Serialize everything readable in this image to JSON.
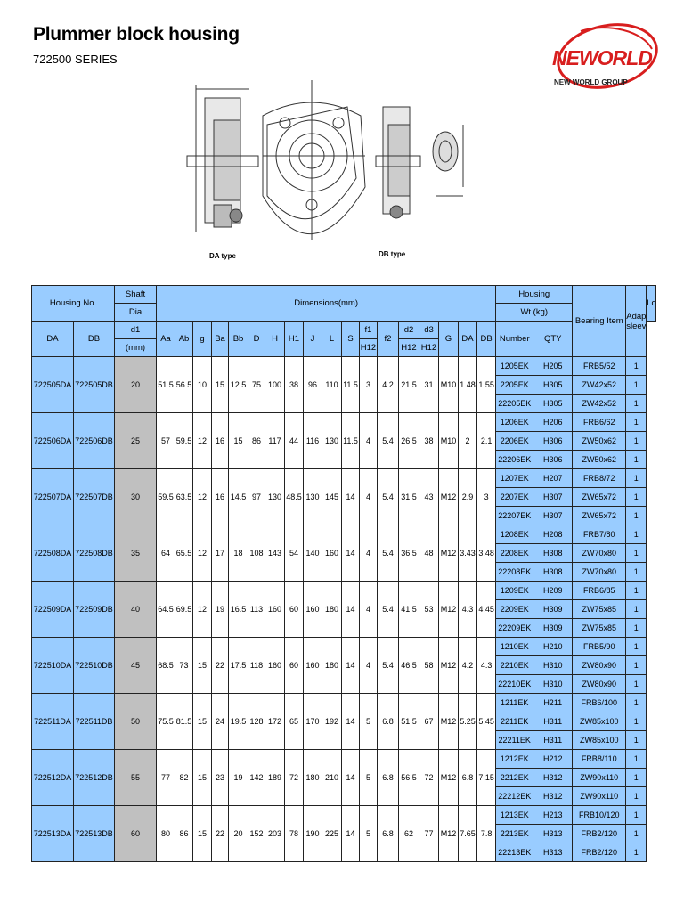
{
  "header": {
    "title": "Plummer block housing",
    "subtitle": "722500 SERIES"
  },
  "brand": {
    "name": "NEWORLD",
    "group": "NEW WORLD GROUP",
    "color": "#d81e1e"
  },
  "drawing": {
    "label_da": "DA type",
    "label_db": "DB type"
  },
  "table": {
    "headers": {
      "housing_no": "Housing No.",
      "da": "DA",
      "db": "DB",
      "shaft": "Shaft",
      "dia": "Dia",
      "d1": "d1",
      "mm": "(mm)",
      "dimensions": "Dimensions(mm)",
      "aa": "Aa",
      "ab": "Ab",
      "g_small": "g",
      "ba": "Ba",
      "bb": "Bb",
      "d": "D",
      "h": "H",
      "h1": "H1",
      "j": "J",
      "l": "L",
      "s": "S",
      "f1": "f1",
      "f2": "f2",
      "h12a": "H12",
      "d2": "d2",
      "d3": "d3",
      "h12b": "H12",
      "h12c": "H12",
      "g_big": "G",
      "housing_wt": "Housing",
      "wt_kg": "Wt (kg)",
      "wt_da": "DA",
      "wt_db": "DB",
      "bearing_item": "Bearing Item",
      "adapter_sleeve": "Adapter sleeve",
      "locating_ring": "Locating Ring",
      "number": "Number",
      "qty": "QTY"
    },
    "rows": [
      {
        "da": "722505DA",
        "db": "722505DB",
        "shaft": "20",
        "aa": "51.5",
        "ab": "56.5",
        "g": "10",
        "ba": "15",
        "bb": "12.5",
        "d": "75",
        "h": "100",
        "h1": "38",
        "j": "96",
        "l": "110",
        "s": "11.5",
        "f1": "3",
        "f2": "4.2",
        "d2": "21.5",
        "d3": "31",
        "G": "M10",
        "wt_da": "1.48",
        "wt_db": "1.55",
        "subs": [
          {
            "bearing": "1205EK",
            "adapter": "H205",
            "ring": "FRB5/52",
            "qty": "1"
          },
          {
            "bearing": "2205EK",
            "adapter": "H305",
            "ring": "ZW42x52",
            "qty": "1"
          },
          {
            "bearing": "22205EK",
            "adapter": "H305",
            "ring": "ZW42x52",
            "qty": "1"
          }
        ]
      },
      {
        "da": "722506DA",
        "db": "722506DB",
        "shaft": "25",
        "aa": "57",
        "ab": "59.5",
        "g": "12",
        "ba": "16",
        "bb": "15",
        "d": "86",
        "h": "117",
        "h1": "44",
        "j": "116",
        "l": "130",
        "s": "11.5",
        "f1": "4",
        "f2": "5.4",
        "d2": "26.5",
        "d3": "38",
        "G": "M10",
        "wt_da": "2",
        "wt_db": "2.1",
        "subs": [
          {
            "bearing": "1206EK",
            "adapter": "H206",
            "ring": "FRB6/62",
            "qty": "1"
          },
          {
            "bearing": "2206EK",
            "adapter": "H306",
            "ring": "ZW50x62",
            "qty": "1"
          },
          {
            "bearing": "22206EK",
            "adapter": "H306",
            "ring": "ZW50x62",
            "qty": "1"
          }
        ]
      },
      {
        "da": "722507DA",
        "db": "722507DB",
        "shaft": "30",
        "aa": "59.5",
        "ab": "63.5",
        "g": "12",
        "ba": "16",
        "bb": "14.5",
        "d": "97",
        "h": "130",
        "h1": "48.5",
        "j": "130",
        "l": "145",
        "s": "14",
        "f1": "4",
        "f2": "5.4",
        "d2": "31.5",
        "d3": "43",
        "G": "M12",
        "wt_da": "2.9",
        "wt_db": "3",
        "subs": [
          {
            "bearing": "1207EK",
            "adapter": "H207",
            "ring": "FRB8/72",
            "qty": "1"
          },
          {
            "bearing": "2207EK",
            "adapter": "H307",
            "ring": "ZW65x72",
            "qty": "1"
          },
          {
            "bearing": "22207EK",
            "adapter": "H307",
            "ring": "ZW65x72",
            "qty": "1"
          }
        ]
      },
      {
        "da": "722508DA",
        "db": "722508DB",
        "shaft": "35",
        "aa": "64",
        "ab": "65.5",
        "g": "12",
        "ba": "17",
        "bb": "18",
        "d": "108",
        "h": "143",
        "h1": "54",
        "j": "140",
        "l": "160",
        "s": "14",
        "f1": "4",
        "f2": "5.4",
        "d2": "36.5",
        "d3": "48",
        "G": "M12",
        "wt_da": "3.43",
        "wt_db": "3.48",
        "subs": [
          {
            "bearing": "1208EK",
            "adapter": "H208",
            "ring": "FRB7/80",
            "qty": "1"
          },
          {
            "bearing": "2208EK",
            "adapter": "H308",
            "ring": "ZW70x80",
            "qty": "1"
          },
          {
            "bearing": "22208EK",
            "adapter": "H308",
            "ring": "ZW70x80",
            "qty": "1"
          }
        ]
      },
      {
        "da": "722509DA",
        "db": "722509DB",
        "shaft": "40",
        "aa": "64.5",
        "ab": "69.5",
        "g": "12",
        "ba": "19",
        "bb": "16.5",
        "d": "113",
        "h": "160",
        "h1": "60",
        "j": "160",
        "l": "180",
        "s": "14",
        "f1": "4",
        "f2": "5.4",
        "d2": "41.5",
        "d3": "53",
        "G": "M12",
        "wt_da": "4.3",
        "wt_db": "4.45",
        "subs": [
          {
            "bearing": "1209EK",
            "adapter": "H209",
            "ring": "FRB6/85",
            "qty": "1"
          },
          {
            "bearing": "2209EK",
            "adapter": "H309",
            "ring": "ZW75x85",
            "qty": "1"
          },
          {
            "bearing": "22209EK",
            "adapter": "H309",
            "ring": "ZW75x85",
            "qty": "1"
          }
        ]
      },
      {
        "da": "722510DA",
        "db": "722510DB",
        "shaft": "45",
        "aa": "68.5",
        "ab": "73",
        "g": "15",
        "ba": "22",
        "bb": "17.5",
        "d": "118",
        "h": "160",
        "h1": "60",
        "j": "160",
        "l": "180",
        "s": "14",
        "f1": "4",
        "f2": "5.4",
        "d2": "46.5",
        "d3": "58",
        "G": "M12",
        "wt_da": "4.2",
        "wt_db": "4.3",
        "subs": [
          {
            "bearing": "1210EK",
            "adapter": "H210",
            "ring": "FRB5/90",
            "qty": "1"
          },
          {
            "bearing": "2210EK",
            "adapter": "H310",
            "ring": "ZW80x90",
            "qty": "1"
          },
          {
            "bearing": "22210EK",
            "adapter": "H310",
            "ring": "ZW80x90",
            "qty": "1"
          }
        ]
      },
      {
        "da": "722511DA",
        "db": "722511DB",
        "shaft": "50",
        "aa": "75.5",
        "ab": "81.5",
        "g": "15",
        "ba": "24",
        "bb": "19.5",
        "d": "128",
        "h": "172",
        "h1": "65",
        "j": "170",
        "l": "192",
        "s": "14",
        "f1": "5",
        "f2": "6.8",
        "d2": "51.5",
        "d3": "67",
        "G": "M12",
        "wt_da": "5.25",
        "wt_db": "5.45",
        "subs": [
          {
            "bearing": "1211EK",
            "adapter": "H211",
            "ring": "FRB6/100",
            "qty": "1"
          },
          {
            "bearing": "2211EK",
            "adapter": "H311",
            "ring": "ZW85x100",
            "qty": "1"
          },
          {
            "bearing": "22211EK",
            "adapter": "H311",
            "ring": "ZW85x100",
            "qty": "1"
          }
        ]
      },
      {
        "da": "722512DA",
        "db": "722512DB",
        "shaft": "55",
        "aa": "77",
        "ab": "82",
        "g": "15",
        "ba": "23",
        "bb": "19",
        "d": "142",
        "h": "189",
        "h1": "72",
        "j": "180",
        "l": "210",
        "s": "14",
        "f1": "5",
        "f2": "6.8",
        "d2": "56.5",
        "d3": "72",
        "G": "M12",
        "wt_da": "6.8",
        "wt_db": "7.15",
        "subs": [
          {
            "bearing": "1212EK",
            "adapter": "H212",
            "ring": "FRB8/110",
            "qty": "1"
          },
          {
            "bearing": "2212EK",
            "adapter": "H312",
            "ring": "ZW90x110",
            "qty": "1"
          },
          {
            "bearing": "22212EK",
            "adapter": "H312",
            "ring": "ZW90x110",
            "qty": "1"
          }
        ]
      },
      {
        "da": "722513DA",
        "db": "722513DB",
        "shaft": "60",
        "aa": "80",
        "ab": "86",
        "g": "15",
        "ba": "22",
        "bb": "20",
        "d": "152",
        "h": "203",
        "h1": "78",
        "j": "190",
        "l": "225",
        "s": "14",
        "f1": "5",
        "f2": "6.8",
        "d2": "62",
        "d3": "77",
        "G": "M12",
        "wt_da": "7.65",
        "wt_db": "7.8",
        "subs": [
          {
            "bearing": "1213EK",
            "adapter": "H213",
            "ring": "FRB10/120",
            "qty": "1"
          },
          {
            "bearing": "2213EK",
            "adapter": "H313",
            "ring": "FRB2/120",
            "qty": "1"
          },
          {
            "bearing": "22213EK",
            "adapter": "H313",
            "ring": "FRB2/120",
            "qty": "1"
          }
        ]
      }
    ]
  }
}
